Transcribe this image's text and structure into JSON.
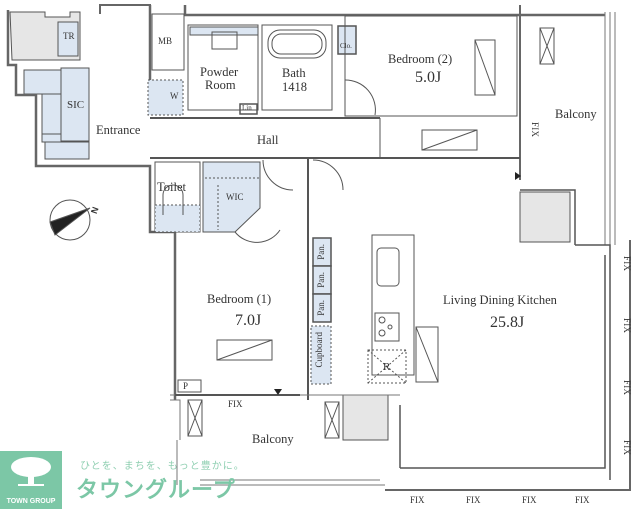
{
  "plan": {
    "rooms": [
      {
        "id": "tr",
        "name": "TR"
      },
      {
        "id": "sic",
        "name": "SIC"
      },
      {
        "id": "entrance",
        "name": "Entrance"
      },
      {
        "id": "mb",
        "name": "MB"
      },
      {
        "id": "w",
        "name": "W"
      },
      {
        "id": "powder",
        "name_line1": "Powder",
        "name_line2": "Room"
      },
      {
        "id": "bath",
        "name_line1": "Bath",
        "name_line2": "1418"
      },
      {
        "id": "lin",
        "name": "Lin"
      },
      {
        "id": "clo",
        "name": "Clo."
      },
      {
        "id": "bedroom2",
        "name": "Bedroom (2)",
        "size": "5.0J"
      },
      {
        "id": "hall",
        "name": "Hall"
      },
      {
        "id": "toilet",
        "name": "Toilet"
      },
      {
        "id": "wic",
        "name": "WIC"
      },
      {
        "id": "bedroom1",
        "name": "Bedroom (1)",
        "size": "7.0J"
      },
      {
        "id": "pan1",
        "name": "Pan."
      },
      {
        "id": "pan2",
        "name": "Pan."
      },
      {
        "id": "pan3",
        "name": "Pan."
      },
      {
        "id": "cupboard",
        "name": "Cupboard"
      },
      {
        "id": "fridge",
        "name": "R"
      },
      {
        "id": "ldk",
        "name": "Living Dining Kitchen",
        "size": "25.8J"
      },
      {
        "id": "balcony_east",
        "name": "Balcony"
      },
      {
        "id": "balcony_south",
        "name": "Balcony"
      },
      {
        "id": "p",
        "name": "P"
      }
    ],
    "fix_label": "FIX",
    "fix_vertical": "F I X",
    "compass_north": "N"
  },
  "branding": {
    "logo_text": "TOWN GROUP",
    "tagline": "ひとを、まちを、もっと豊かに。",
    "brand_name": "タウングループ"
  },
  "colors": {
    "wall": "#555555",
    "storage_fill": "#dce6f2",
    "grey_fill": "#e6e6e6",
    "brand_green": "#7cc7a6"
  }
}
